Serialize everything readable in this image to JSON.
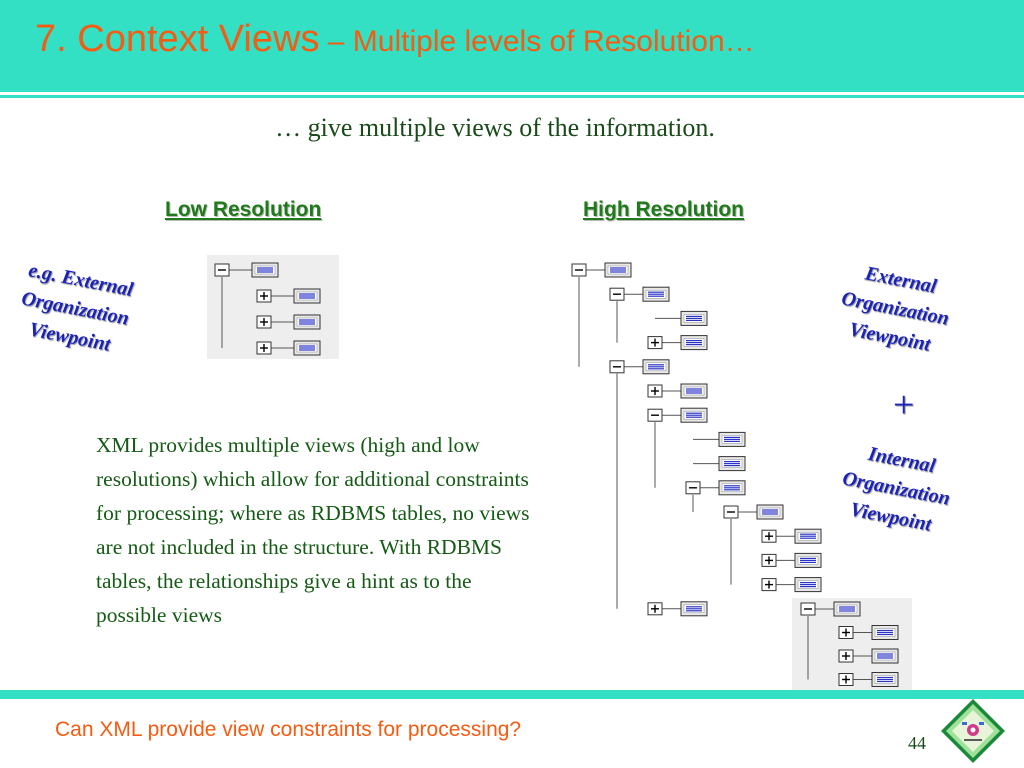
{
  "slide": {
    "title_main": "7. Context Views",
    "title_sub": " – Multiple levels of Resolution…",
    "subtitle": "… give multiple views of the information.",
    "low_label": "Low Resolution",
    "high_label": "High Resolution",
    "left_annotation": [
      "e.g. External",
      "Organization",
      "Viewpoint"
    ],
    "right_annotation_top": [
      "External",
      "Organization",
      "Viewpoint"
    ],
    "plus": "+",
    "right_annotation_bottom": [
      "Internal",
      "Organization",
      "Viewpoint"
    ],
    "body_text": "XML provides multiple views (high and low resolutions) which allow for additional constraints for processing; where as RDBMS tables, no views are not included in the structure. With RDBMS tables, the relationships give a hint as to the possible views",
    "question": "Can XML provide view constraints for processing?",
    "page_number": "44"
  },
  "colors": {
    "accent_teal": "#33e0c4",
    "title_orange": "#f55b12",
    "label_green": "#1f7a1a",
    "annotation_blue": "#1a22b8",
    "text_dark_green": "#155a15"
  },
  "trees": {
    "low_resolution": [
      {
        "depth": 0,
        "toggle": "minus"
      },
      {
        "depth": 1,
        "toggle": "plus"
      },
      {
        "depth": 1,
        "toggle": "plus"
      },
      {
        "depth": 1,
        "toggle": "plus"
      }
    ],
    "high_resolution": [
      {
        "depth": 0,
        "toggle": "minus"
      },
      {
        "depth": 1,
        "toggle": "minus"
      },
      {
        "depth": 2,
        "toggle": "none"
      },
      {
        "depth": 2,
        "toggle": "plus"
      },
      {
        "depth": 1,
        "toggle": "minus"
      },
      {
        "depth": 2,
        "toggle": "plus"
      },
      {
        "depth": 2,
        "toggle": "minus"
      },
      {
        "depth": 3,
        "toggle": "none"
      },
      {
        "depth": 3,
        "toggle": "none"
      },
      {
        "depth": 3,
        "toggle": "minus"
      },
      {
        "depth": 4,
        "toggle": "minus"
      },
      {
        "depth": 5,
        "toggle": "plus"
      },
      {
        "depth": 5,
        "toggle": "plus"
      },
      {
        "depth": 5,
        "toggle": "plus"
      },
      {
        "depth": 2,
        "toggle": "plus"
      }
    ],
    "inset": [
      {
        "depth": 0,
        "toggle": "minus"
      },
      {
        "depth": 1,
        "toggle": "plus"
      },
      {
        "depth": 1,
        "toggle": "plus"
      },
      {
        "depth": 1,
        "toggle": "plus"
      }
    ]
  },
  "icons": {
    "tree_node": "document-node-icon",
    "toggle_plus": "expand-icon",
    "toggle_minus": "collapse-icon",
    "logo": "logo-diamond-icon"
  }
}
